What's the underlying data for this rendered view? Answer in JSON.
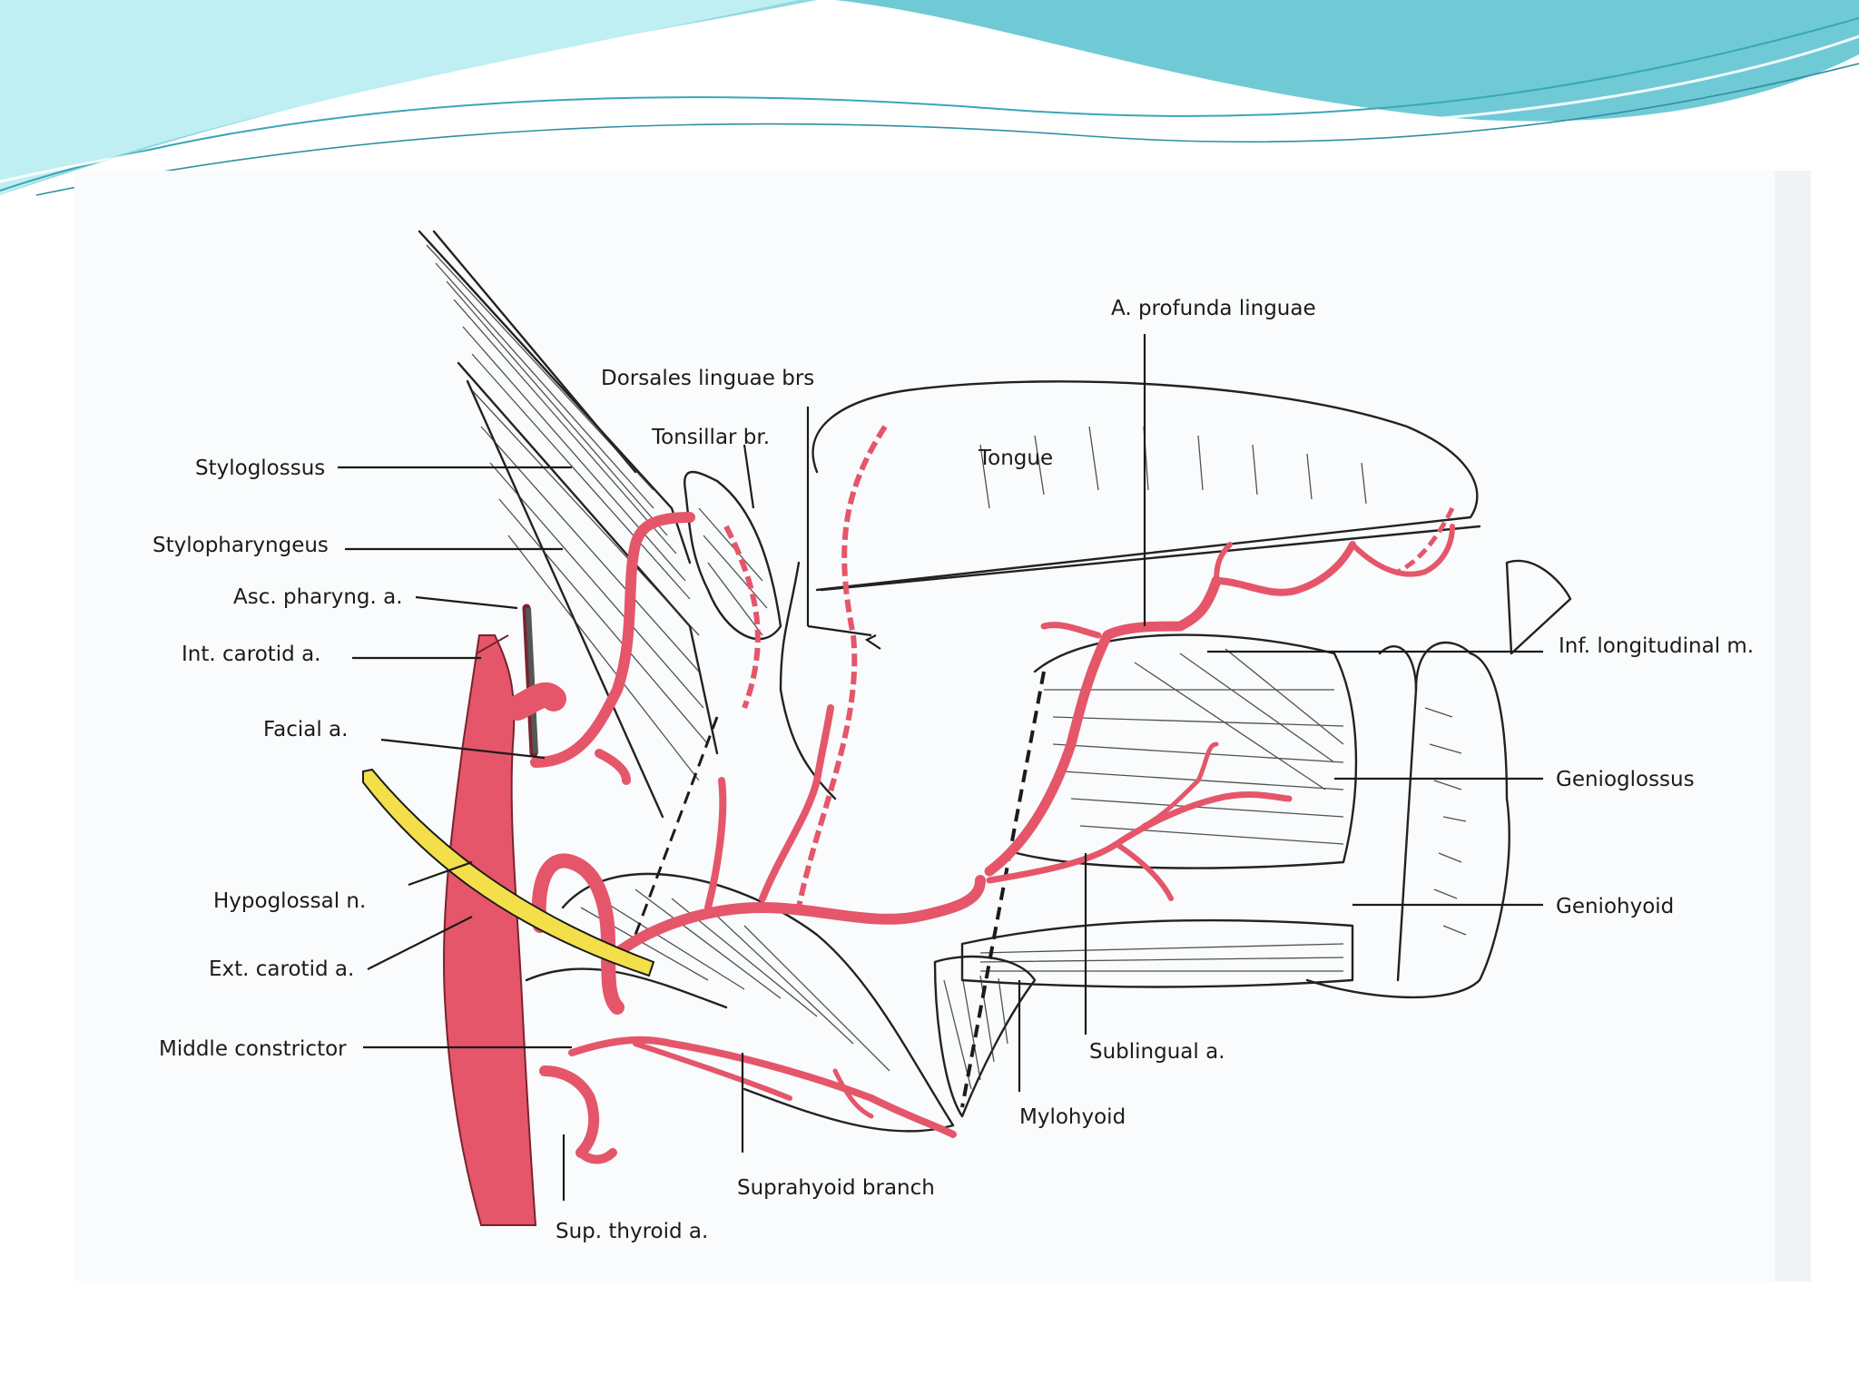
{
  "colors": {
    "artery": "#e5566a",
    "artery_dark": "#7a2230",
    "nerve": "#f2df4a",
    "header_wave": "#6fcad6",
    "header_wave_light": "#bfeef3",
    "plate_bg": "#f9fbfc",
    "ink": "#1b1b1b"
  },
  "labels": {
    "a_profunda_linguae": "A. profunda linguae",
    "dorsales_linguae_brs": "Dorsales linguae brs",
    "tonsillar_br": "Tonsillar br.",
    "tongue": "Tongue",
    "styloglossus": "Styloglossus",
    "stylopharyngeus": "Stylopharyngeus",
    "asc_pharyng_a": "Asc. pharyng. a.",
    "int_carotid_a": "Int. carotid a.",
    "facial_a": "Facial a.",
    "hypoglossal_n": "Hypoglossal n.",
    "ext_carotid_a": "Ext. carotid a.",
    "middle_constrictor": "Middle constrictor",
    "suprahyoid_branch": "Suprahyoid branch",
    "sup_thyroid_a": "Sup. thyroid a.",
    "inf_longitudinal_m": "Inf. longitudinal m.",
    "genioglossus": "Genioglossus",
    "geniohyoid": "Geniohyoid",
    "sublingual_a": "Sublingual a.",
    "mylohyoid": "Mylohyoid"
  }
}
